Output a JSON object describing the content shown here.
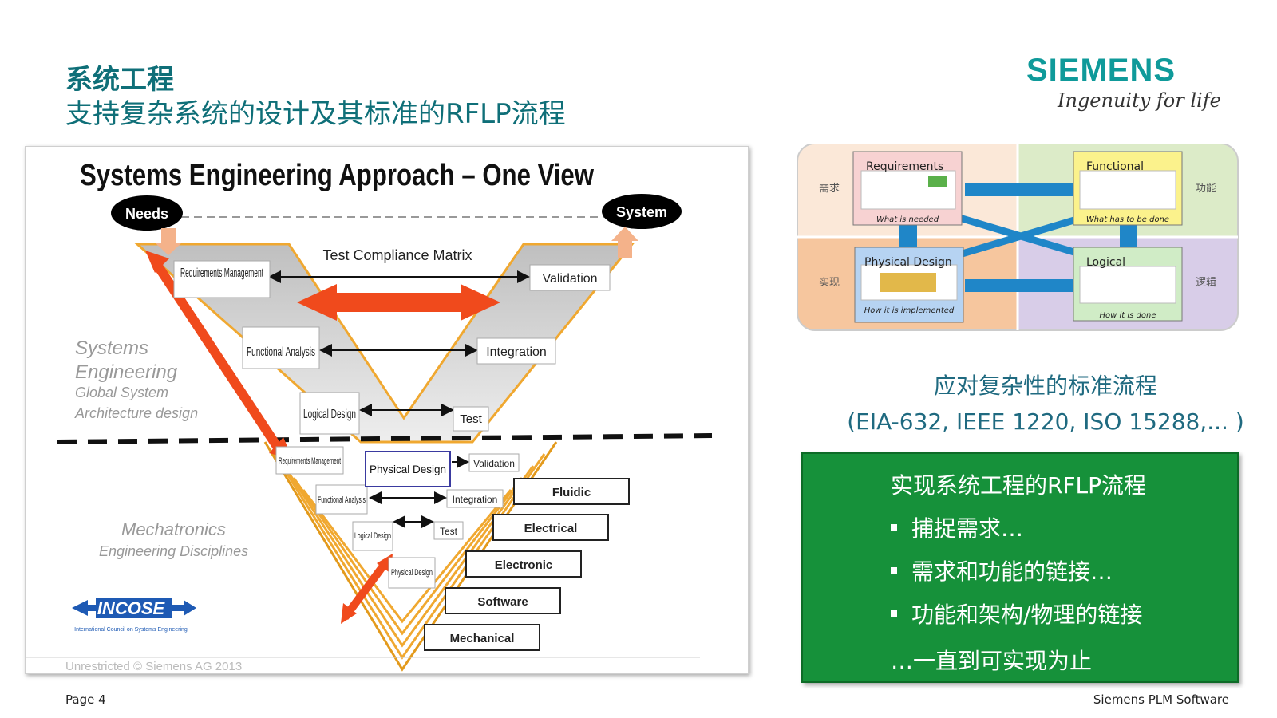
{
  "header": {
    "title": "系统工程",
    "subtitle": "支持复杂系统的设计及其标准的RFLP流程",
    "brand": "SIEMENS",
    "tagline": "Ingenuity for life"
  },
  "vmodel": {
    "title": "Systems Engineering Approach – One View",
    "needs": "Needs",
    "system": "System",
    "test_matrix": "Test Compliance Matrix",
    "left_upper": [
      "Requirements Management",
      "Functional Analysis",
      "Logical Design"
    ],
    "right_upper": [
      "Validation",
      "Integration",
      "Test"
    ],
    "left_lower": [
      "Requirements Management",
      "Functional Analysis",
      "Logical Design",
      "Physical Design"
    ],
    "right_lower": [
      "Validation",
      "Integration",
      "Test"
    ],
    "physical_center": "Physical Design",
    "se_label": [
      "Systems",
      "Engineering"
    ],
    "se_sub": [
      "Global System",
      "Architecture design"
    ],
    "mech_label": "Mechatronics",
    "mech_sub": "Engineering Disciplines",
    "disciplines": [
      "Fluidic",
      "Electrical",
      "Electronic",
      "Software",
      "Mechanical"
    ],
    "incose": "INCOSE",
    "incose_sub": "International Council on Systems Engineering",
    "cut_text": "Unrestricted © Siemens AG 2013"
  },
  "rflp": {
    "requirements": {
      "title": "Requirements",
      "caption": "What is needed",
      "side": "需求"
    },
    "functional": {
      "title": "Functional",
      "caption": "What has to be done",
      "side": "功能"
    },
    "physical": {
      "title": "Physical Design",
      "caption": "How it is implemented",
      "side": "实现"
    },
    "logical": {
      "title": "Logical",
      "caption": "How it is done",
      "side": "逻辑"
    }
  },
  "standards": {
    "line1": "应对复杂性的标准流程",
    "line2": "(EIA-632, IEEE 1220, ISO 15288,... )"
  },
  "greenbox": {
    "title": "实现系统工程的RFLP流程",
    "items": [
      "捕捉需求…",
      "需求和功能的链接…",
      "功能和架构/物理的链接"
    ],
    "last": "…一直到可实现为止"
  },
  "footer": {
    "page": "Page 4",
    "company": "Siemens PLM Software"
  },
  "colors": {
    "teal": "#0f6f78",
    "siemens": "#0f9a9a",
    "green": "#16913a",
    "arrow_red": "#f04a1c",
    "orange_stripe": "#f0a830"
  }
}
